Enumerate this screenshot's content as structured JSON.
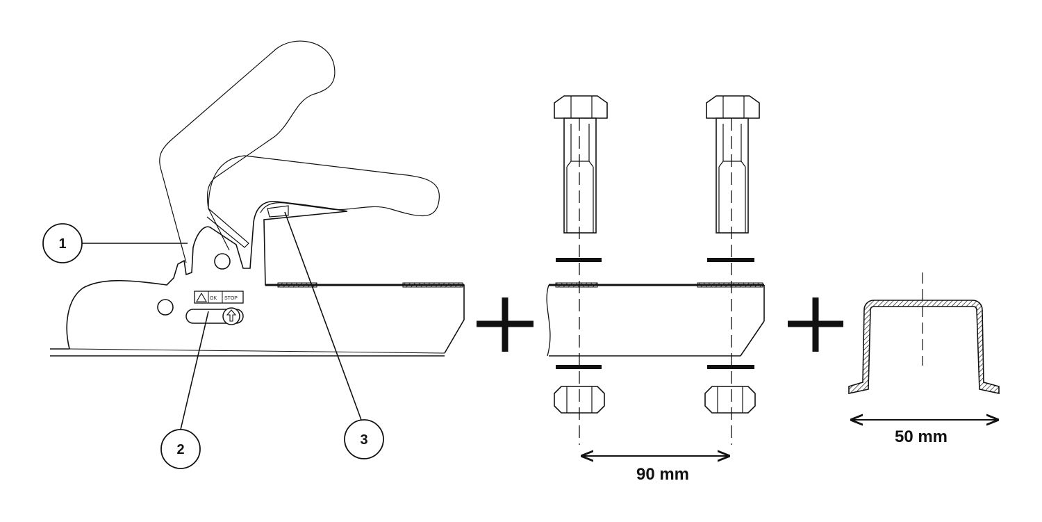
{
  "callouts": [
    {
      "number": "1"
    },
    {
      "number": "2"
    },
    {
      "number": "3"
    }
  ],
  "indicator_labels": {
    "ok": "OK",
    "stop": "STOP"
  },
  "dimensions": {
    "bolt_spacing": "90 mm",
    "profile_width": "50 mm"
  },
  "operators": [
    "+",
    "+"
  ],
  "icons": [
    "warning-icon",
    "arrow-up-icon",
    "hex-bolt-icon",
    "hex-nut-icon",
    "washer-icon"
  ],
  "colors": {
    "line": "#111111",
    "fill": "#ffffff"
  }
}
